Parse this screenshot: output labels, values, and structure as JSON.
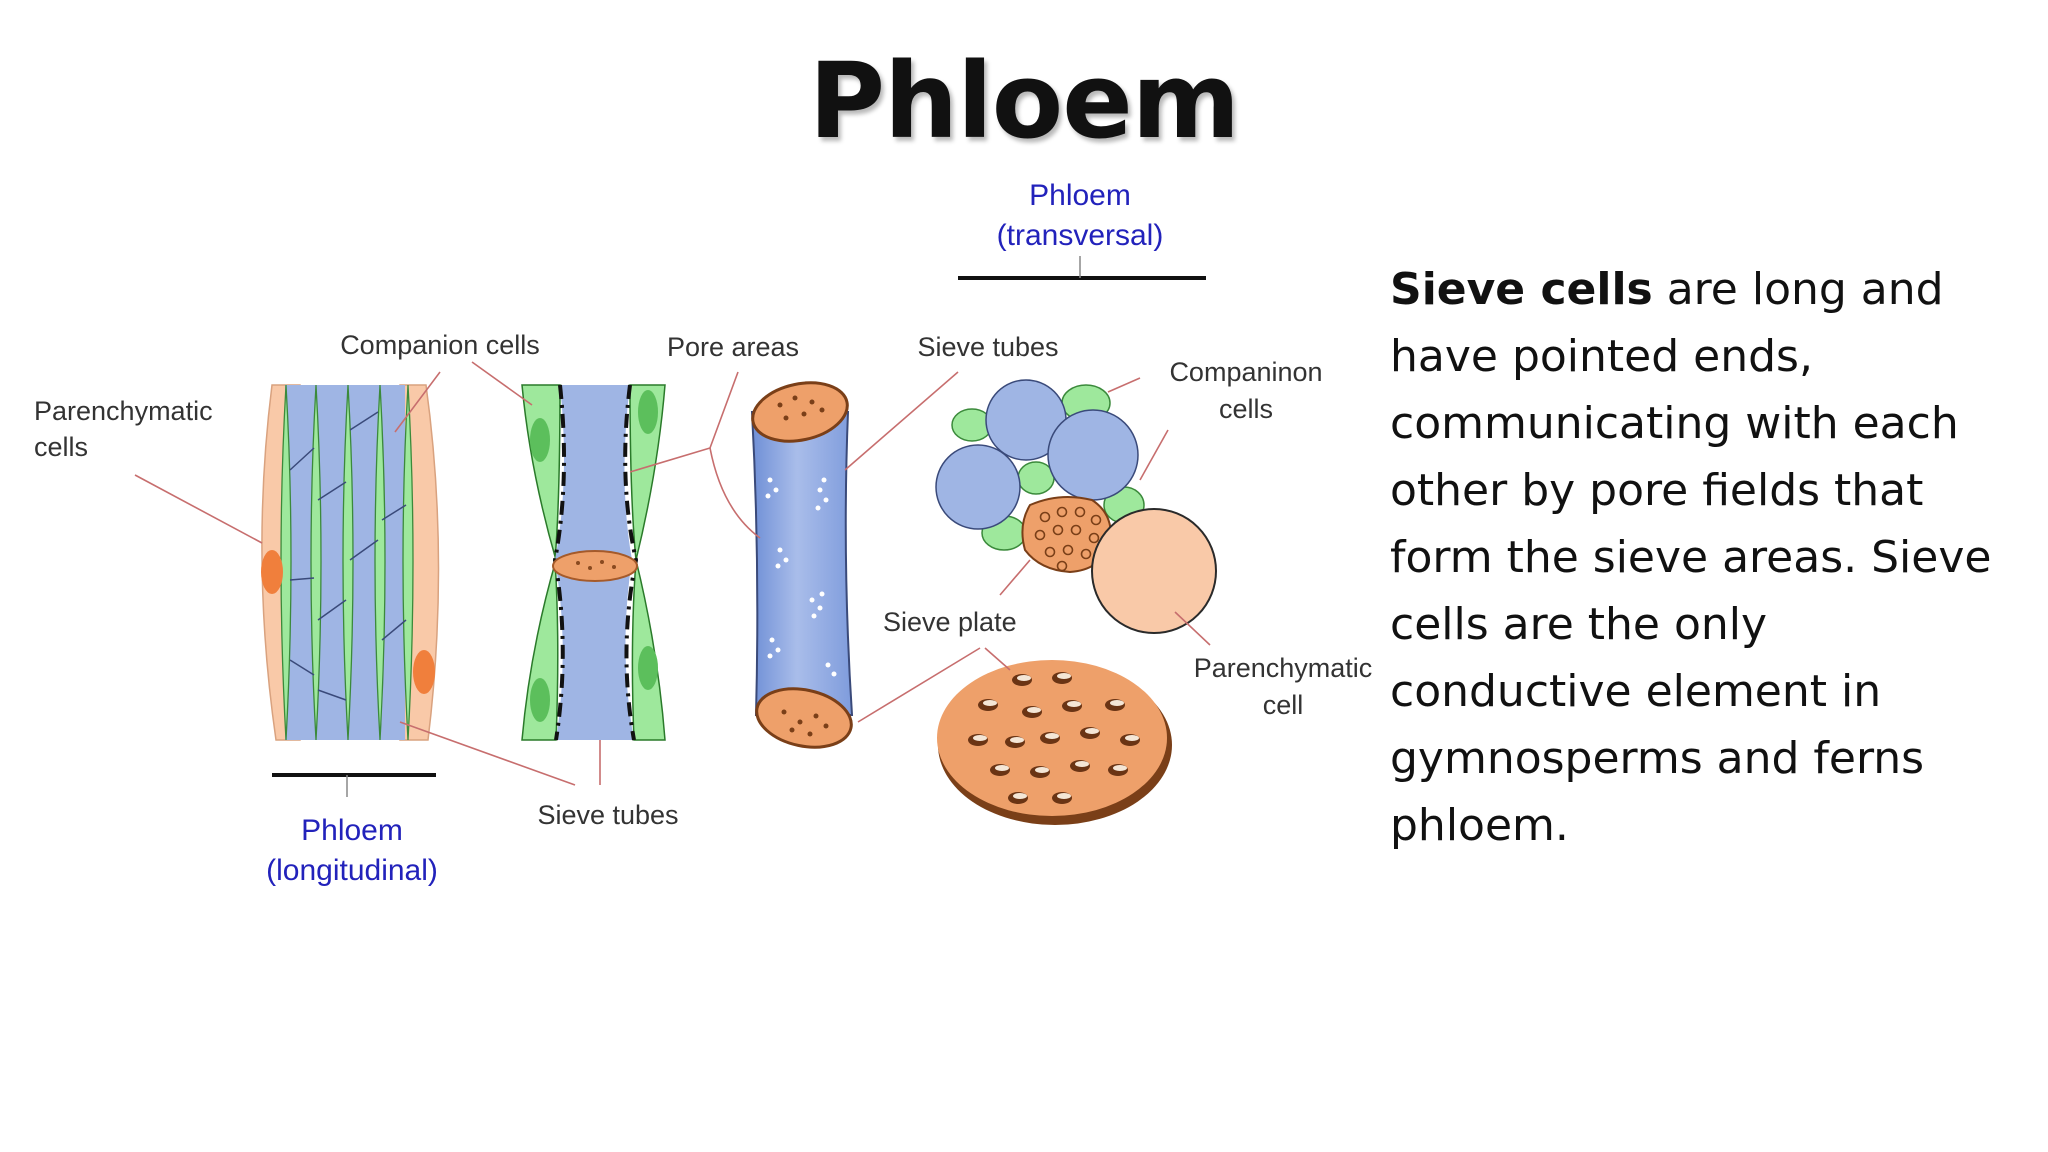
{
  "slide": {
    "title": "Phloem",
    "body_bold": "Sieve cells",
    "body_rest": " are long and have pointed ends, communicating with each other by pore fields that form the sieve areas. Sieve cells are the only conductive element in gymnosperms and ferns phloem."
  },
  "diagram": {
    "labels": {
      "transversal_line1": "Phloem",
      "transversal_line2": "(transversal)",
      "companion_cells": "Companion cells",
      "pore_areas": "Pore areas",
      "sieve_tubes_top": "Sieve tubes",
      "companinon_line1": "Companinon",
      "companinon_line2": "cells",
      "parenchymatic_cells_line1": "Parenchymatic",
      "parenchymatic_cells_line2": "cells",
      "sieve_plate": "Sieve plate",
      "parenchymatic_cell_line1": "Parenchymatic",
      "parenchymatic_cell_line2": "cell",
      "sieve_tubes_bottom": "Sieve tubes",
      "longitudinal_line1": "Phloem",
      "longitudinal_line2": "(longitudinal)"
    },
    "colors": {
      "sieve_tube_blue": "#9fb5e4",
      "companion_green": "#9ee89c",
      "parenchyma_peach": "#f9c9a8",
      "nucleus_orange": "#f07f3c",
      "plate_orange": "#eea06a",
      "label_blue": "#2222bb"
    }
  }
}
